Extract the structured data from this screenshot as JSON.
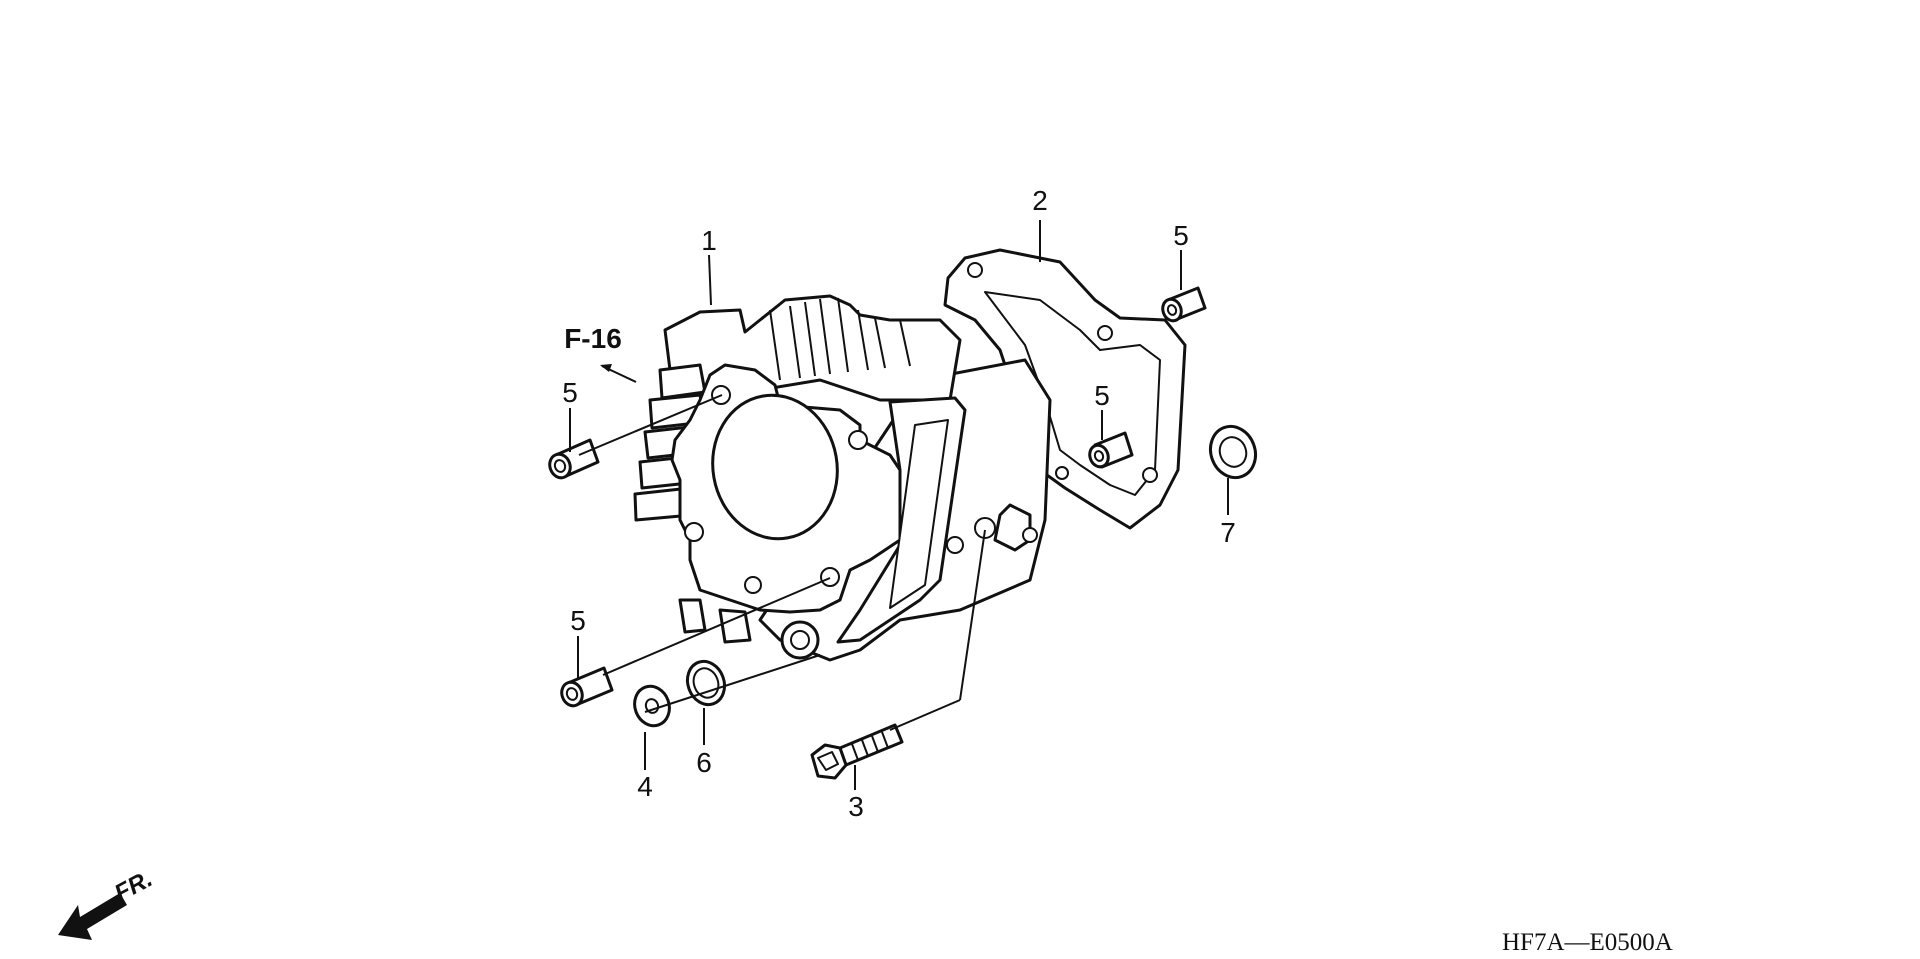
{
  "diagram": {
    "callouts": [
      "1",
      "2",
      "3",
      "4",
      "5",
      "6",
      "7"
    ],
    "reference": "F-16",
    "direction": "FR.",
    "code": "HF7A—E0500A"
  }
}
